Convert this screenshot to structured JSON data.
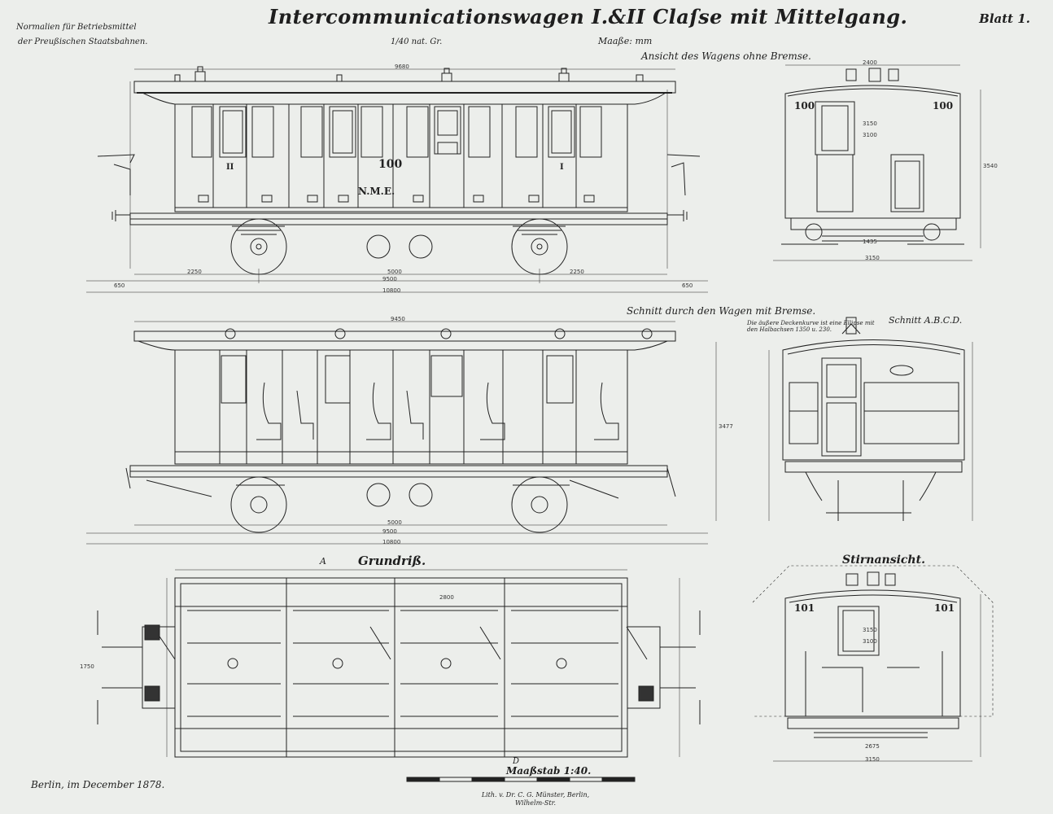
{
  "header": {
    "title": "Intercommunicationswagen I.&II Claſse mit Mittelgang.",
    "sheet": "Blatt 1.",
    "origin_line1": "Normalien für Betriebsmittel",
    "origin_line2": "der Preußischen Staatsbahnen.",
    "scale_note": "1/40 nat. Gr.",
    "units_note": "Maaße: mm"
  },
  "views": {
    "side_elevation": "Ansicht des Wagens ohne Bremse.",
    "longitudinal_section": "Schnitt durch den Wagen mit Bremse.",
    "cross_section": "Schnitt A.B.C.D.",
    "cross_section_note": "Die äußere Deckenkurve ist eine Ellipse mit den Halbachsen 1350 u. 230.",
    "plan": "Grundriß.",
    "end_view": "Stirnansicht."
  },
  "labels": {
    "coach_number": "100",
    "end_number_top": "100",
    "end_number_bottom": "101",
    "railway_mark": "N.M.E.",
    "class_left": "II",
    "class_right": "I",
    "section_mark_a": "A",
    "section_mark_d": "D"
  },
  "dimensions": {
    "roof_length": "9680",
    "body_length": "9450",
    "wheelbase": "5000",
    "buffer_length": "9500",
    "overall_length": "10800",
    "end_overhang": "650",
    "axle_offset_left": "2250",
    "axle_offset_right": "2250",
    "end_width": "2400",
    "end_height": "3540",
    "track_gauge": "1435",
    "end_base": "3150",
    "end_footboard": "2675",
    "window_height": "3150",
    "door_height": "3100",
    "section_height": "3477",
    "plan_width": "2800",
    "plan_inner_width": "1750"
  },
  "footer": {
    "scale_bar_title": "Maaßstab 1:40.",
    "place_date": "Berlin, im December 1878.",
    "printer": "Lith. v. Dr. C. G. Münster, Berlin, Wilhelm-Str."
  },
  "colors": {
    "paper": "#eceeeb",
    "ink": "#1e1e1e"
  }
}
